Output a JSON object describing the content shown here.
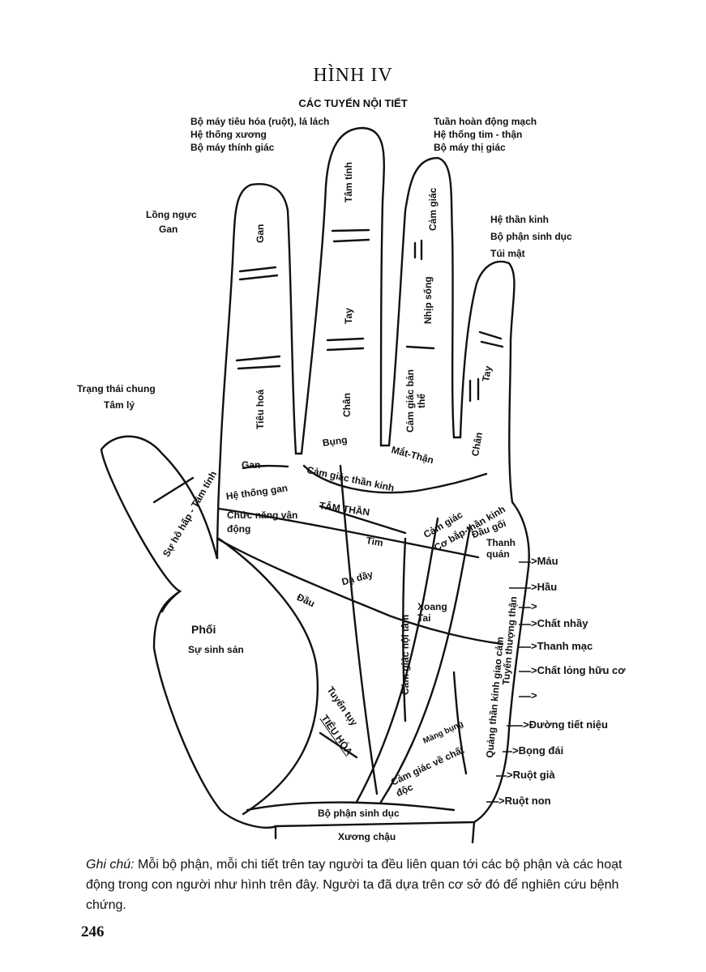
{
  "figure": {
    "title": "HÌNH IV",
    "subtitle": "CÁC TUYẾN NỘI TIẾT"
  },
  "top_left_labels": [
    "Bộ máy tiêu hóa (ruột), lá lách",
    "Hệ thống xương",
    "Bộ máy thính giác"
  ],
  "top_right_labels": [
    "Tuần hoàn động mạch",
    "Hệ thống tim - thận",
    "Bộ máy thị giác"
  ],
  "left_labels": {
    "chest": "Lồng ngực",
    "liver": "Gan",
    "general_state": "Trạng thái chung",
    "psychology": "Tâm lý"
  },
  "right_labels": [
    "Hệ thần kinh",
    "Bộ phận sinh dục",
    "Túi mật"
  ],
  "finger_labels": {
    "index_top": "Gan",
    "index_bottom": "Tiêu hoá",
    "middle_top": "Tâm tính",
    "middle_mid": "Tay",
    "middle_bottom": "Chân",
    "ring_top": "Cảm giác",
    "ring_mid": "Nhịp sống",
    "ring_bottom": "Cảm giác bản thể",
    "little_mid": "Tay",
    "little_bottom": "Chân",
    "thumb": "Sự hô hấp - Tâm tính"
  },
  "palm_labels": {
    "belly": "Bụng",
    "eye_kidney": "Mắt-Thận",
    "nerve_feeling": "Cảm giác thần kinh",
    "gan": "Gan",
    "liver_system": "Hệ thống gan",
    "motor_function": "Chức năng vận động",
    "spirit": "TÂM THẦN",
    "heart": "Tim",
    "feeling": "Cảm giác",
    "muscle_nerve": "Cơ bắp-thần kinh",
    "knee": "Đầu gối",
    "larynx": "Thanh quản",
    "stomach": "Dạ dầy",
    "head": "Đầu",
    "ear_canal": "Xoang Tai",
    "inner_feeling": "Cảm giác nội tâm",
    "adrenal": "Tuyến thượng thận",
    "sympathetic": "Quảng thần kinh giao cảm",
    "lung": "Phổi",
    "reproduction": "Sự sinh sản",
    "pancreas": "Tuyến tụy",
    "digestion": "TIÊU HÓA",
    "abdominal_wall": "Màng bụng",
    "poison_feeling": "Cảm giác về chất độc",
    "genitals": "Bộ phận sinh dục",
    "pelvis": "Xương chậu"
  },
  "side_arrows": [
    {
      "label": "Máu"
    },
    {
      "label": "Hầu"
    },
    {
      "label": ""
    },
    {
      "label": "Chất nhầy"
    },
    {
      "label": "Thanh mạc"
    },
    {
      "label": "Chất lỏng hữu cơ"
    },
    {
      "label": ""
    },
    {
      "label": "Đường tiết niệu"
    },
    {
      "label": "Bọng đái"
    },
    {
      "label": "Ruột già"
    },
    {
      "label": "Ruột non"
    }
  ],
  "caption": {
    "lead": "Ghi chú:",
    "text": "Mỗi bộ phận, mỗi chi tiết trên tay người ta đều liên quan tới các bộ phận và các hoạt động trong con người như hình trên đây. Người ta đã dựa trên cơ sở đó để nghiên cứu bệnh chứng."
  },
  "page_number": "246"
}
